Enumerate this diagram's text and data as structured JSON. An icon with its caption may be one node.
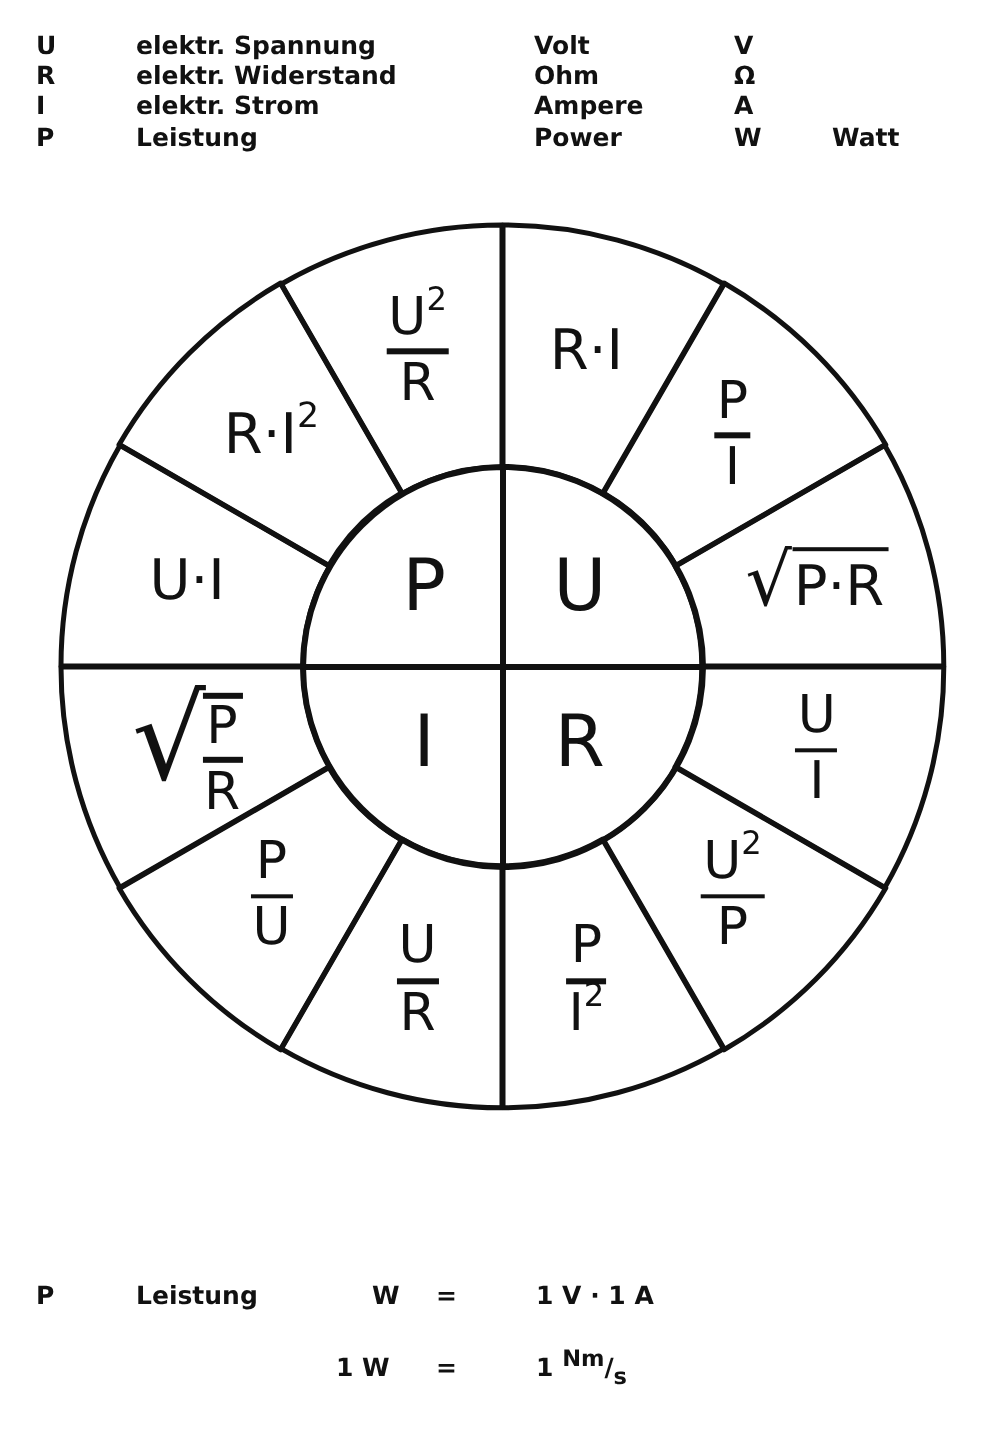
{
  "diagram": {
    "nodes": [
      {
        "text": [
          "U"
        ]
      },
      {
        "text": [
          "R·I"
        ]
      },
      {
        "text": [
          "P",
          "I"
        ]
      },
      {
        "text": [
          "√P·R"
        ]
      },
      {
        "text": [
          "R"
        ]
      },
      {
        "text": [
          "U",
          "I"
        ]
      },
      {
        "text": [
          "U$^{2}$",
          "P"
        ]
      },
      {
        "text": [
          "P",
          "I$^{2}$"
        ]
      },
      {
        "text": [
          "I"
        ]
      },
      {
        "text": [
          "U",
          "R"
        ]
      },
      {
        "text": [
          "P",
          "U"
        ]
      },
      {
        "text": [
          "√",
          "P",
          "R"
        ]
      },
      {
        "text": [
          "P"
        ]
      },
      {
        "text": [
          "U·I"
        ]
      },
      {
        "text": [
          "R·I$^{2}$"
        ]
      },
      {
        "text": [
          "U$^{2}$",
          "R"
        ]
      }
    ],
    "edges": [],
    "labels": [
      "U",
      "elektr. Spannung",
      "Volt",
      "V",
      "R",
      "elektr. Widerstand",
      "Ohm",
      "Ω",
      "I",
      "elektr. Strom",
      "Ampere",
      "A",
      "P",
      "Leistung",
      "Power",
      "W",
      "Watt",
      "P",
      "Leistung",
      "W",
      "=",
      "1 V · 1 A",
      "1 W",
      "=",
      "1 $^{Nm}$/$_{s}$"
    ]
  }
}
